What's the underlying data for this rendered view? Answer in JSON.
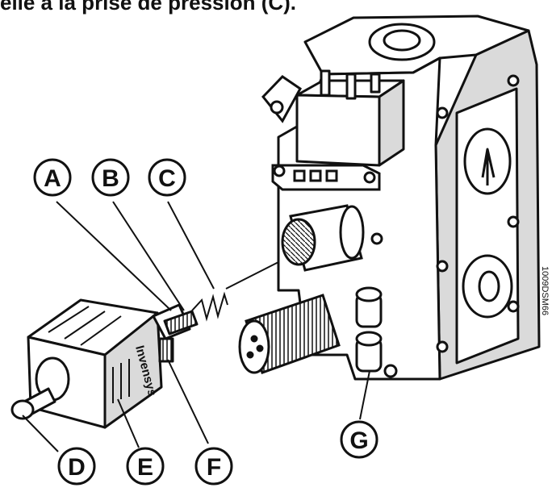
{
  "caption": "elle à la prise de pression (C).",
  "callouts": [
    "A",
    "B",
    "C",
    "D",
    "E",
    "F",
    "G"
  ],
  "brand_label": "Invensys",
  "doc_reference": "1009DSM66",
  "colors": {
    "ink": "#111111",
    "paper": "#ffffff",
    "shade": "#dadada"
  }
}
